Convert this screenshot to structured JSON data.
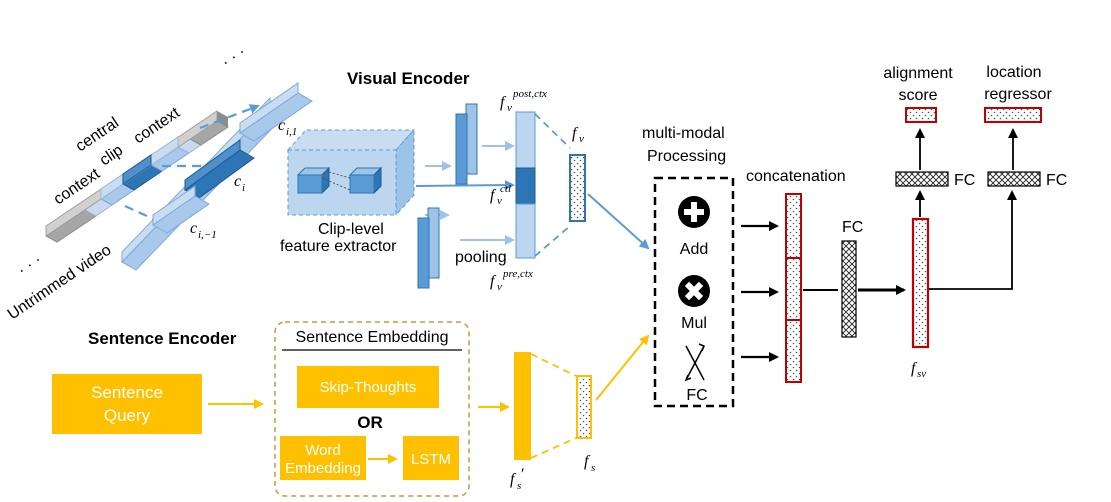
{
  "colors": {
    "blue_light": "#a9c9ec",
    "blue_mid": "#5b9bd5",
    "blue_dark": "#2e75b6",
    "gray": "#a6a6a6",
    "yellow": "#ffc000",
    "red": "#c00000",
    "black": "#000000"
  },
  "visual_encoder": {
    "title": "Visual Encoder",
    "video_labels": {
      "context_top": "context",
      "central": "central",
      "clip": "clip",
      "context_bottom": "context",
      "untrimmed": "Untrimmed video",
      "dots_top": "· · ·",
      "dots_bottom": "· · ·"
    },
    "clip_labels": {
      "c_next": "c",
      "c_next_sub": "i,1",
      "c_cur": "c",
      "c_cur_sub": "i",
      "c_prev": "c",
      "c_prev_sub": "i,−1"
    },
    "extractor_line1": "Clip-level",
    "extractor_line2": "feature extractor",
    "pooling": "pooling",
    "f_post": "f",
    "f_post_sub": "v",
    "f_post_sup": "post,ctx",
    "f_ctl": "f",
    "f_ctl_sub": "v",
    "f_ctl_sup": "ctl",
    "f_pre": "f",
    "f_pre_sub": "v",
    "f_pre_sup": "pre,ctx",
    "f_v": "f",
    "f_v_sub": "v"
  },
  "sentence_encoder": {
    "title": "Sentence Encoder",
    "query_line1": "Sentence",
    "query_line2": "Query",
    "embedding_title": "Sentence Embedding",
    "skip_thoughts": "Skip-Thoughts",
    "or_label": "OR",
    "word_line1": "Word",
    "word_line2": "Embedding",
    "lstm": "LSTM",
    "f_s_prime": "f",
    "f_s_prime_sub": "s",
    "f_s_prime_mark": "′",
    "f_s": "f",
    "f_s_sub": "s"
  },
  "multimodal": {
    "title_line1": "multi-modal",
    "title_line2": "Processing",
    "add": "Add",
    "mul": "Mul",
    "fc": "FC",
    "concatenation": "concatenation",
    "fc_mid": "FC",
    "f_sv": "f",
    "f_sv_sub": "sv",
    "fc_left": "FC",
    "fc_right": "FC",
    "alignment_line1": "alignment",
    "alignment_line2": "score",
    "location_line1": "location",
    "location_line2": "regressor"
  }
}
